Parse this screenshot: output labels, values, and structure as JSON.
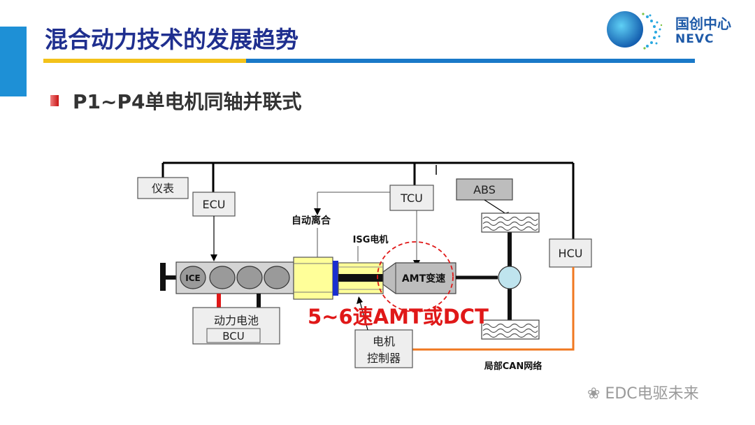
{
  "header": {
    "title": "混合动力技术的发展趋势",
    "logo": {
      "cn": "国创中心",
      "en": "NEVC",
      "colors": [
        "#1e5aa8",
        "#29a8e0",
        "#7cc242"
      ]
    }
  },
  "section": {
    "subtitle": "P1~P4单电机同轴并联式"
  },
  "diagram": {
    "boxes": {
      "meter": "仪表",
      "ecu": "ECU",
      "tcu": "TCU",
      "abs": "ABS",
      "hcu": "HCU",
      "battery": "动力电池",
      "bcu": "BCU",
      "motor_ctrl_1": "电机",
      "motor_ctrl_2": "控制器",
      "ice": "ICE",
      "amt": "AMT变速"
    },
    "labels": {
      "clutch": "自动离合",
      "isg": "ISG电机",
      "highlight": "5~6速AMT或DCT",
      "can": "局部CAN网络"
    },
    "colors": {
      "highlight": "#e01818",
      "can_line": "#f07820",
      "clutch_fill": "#ffff99",
      "wheel": "#bfe4ee"
    }
  },
  "watermark": {
    "text": "EDC电驱未来"
  }
}
